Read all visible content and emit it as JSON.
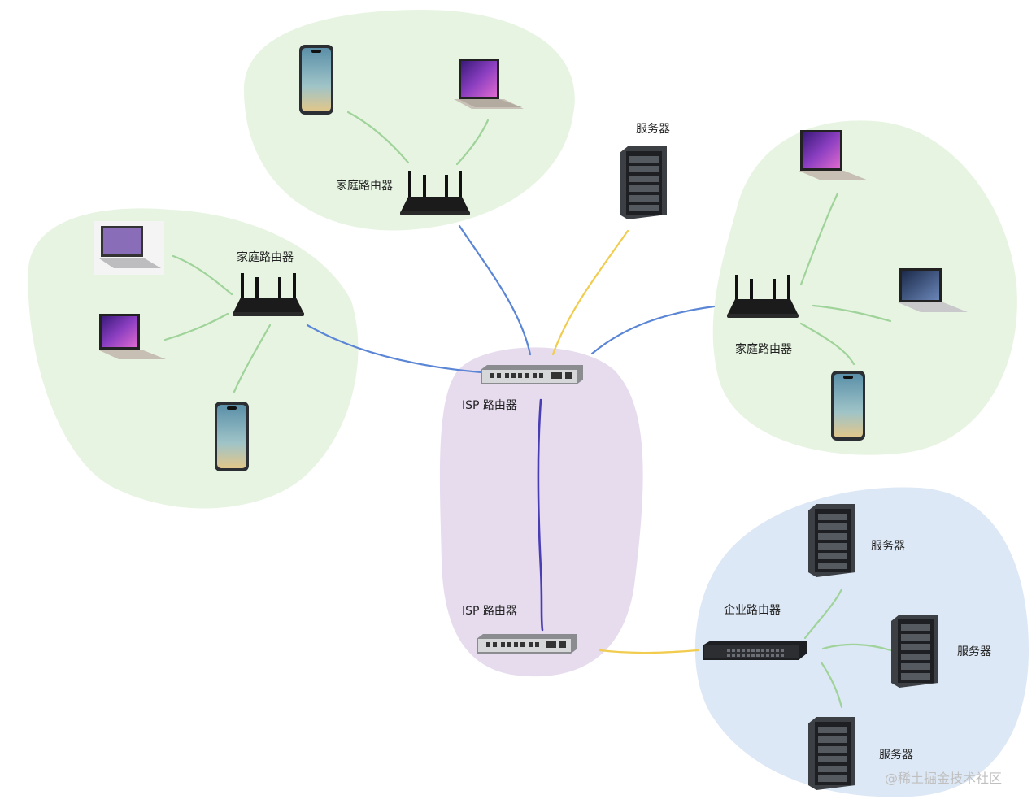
{
  "labels": {
    "home_router_top": "家庭路由器",
    "home_router_left": "家庭路由器",
    "home_router_right": "家庭路由器",
    "server_top": "服务器",
    "isp_router_top": "ISP 路由器",
    "isp_router_bottom": "ISP 路由器",
    "enterprise_router": "企业路由器",
    "server_ent_1": "服务器",
    "server_ent_2": "服务器",
    "server_ent_3": "服务器"
  },
  "watermark": "@稀土掘金技术社区",
  "colors": {
    "home_zone": "#e7f4e2",
    "isp_zone": "#e6dcee",
    "enterprise_zone": "#dde8f6",
    "link_blue": "#5b86d6",
    "link_yellow": "#f1cc4e",
    "link_green": "#9fd39a",
    "link_purple": "#4a3db3"
  }
}
